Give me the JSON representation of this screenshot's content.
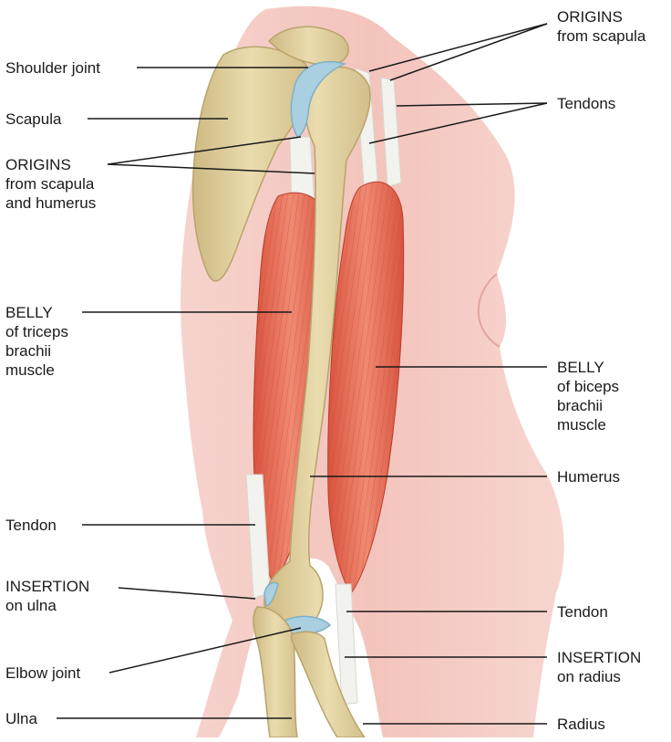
{
  "labels": {
    "shoulder_joint": "Shoulder joint",
    "scapula": "Scapula",
    "origins_left_1": "ORIGINS",
    "origins_left_2": "from scapula",
    "origins_left_3": "and humerus",
    "belly_triceps_1": "BELLY",
    "belly_triceps_2": "of triceps",
    "belly_triceps_3": "brachii",
    "belly_triceps_4": "muscle",
    "tendon_left": "Tendon",
    "insertion_ulna_1": "INSERTION",
    "insertion_ulna_2": "on ulna",
    "elbow_joint": "Elbow joint",
    "ulna": "Ulna",
    "origins_right_1": "ORIGINS",
    "origins_right_2": "from scapula",
    "tendons_right": "Tendons",
    "belly_biceps_1": "BELLY",
    "belly_biceps_2": "of biceps",
    "belly_biceps_3": "brachii",
    "belly_biceps_4": "muscle",
    "humerus": "Humerus",
    "tendon_right": "Tendon",
    "insertion_radius_1": "INSERTION",
    "insertion_radius_2": "on radius",
    "radius": "Radius"
  },
  "colors": {
    "skin": "#f3c7c0",
    "skin_shadow": "#e9a9a0",
    "bone": "#e3d3a4",
    "bone_shadow": "#c9b57e",
    "cartilage": "#a9cfe0",
    "muscle": "#e0604a",
    "muscle_light": "#f08a72",
    "tendon": "#f2f2ee",
    "leader": "#1a1a1a"
  }
}
